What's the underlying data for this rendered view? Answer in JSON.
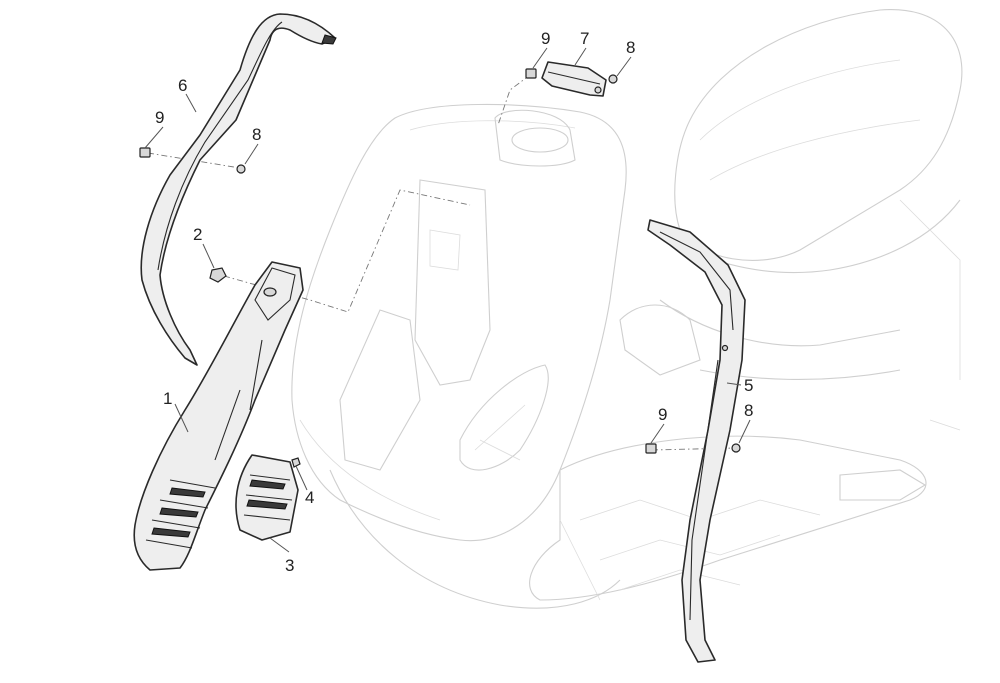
{
  "callouts": [
    {
      "id": "c1",
      "label": "1"
    },
    {
      "id": "c2",
      "label": "2"
    },
    {
      "id": "c3",
      "label": "3"
    },
    {
      "id": "c4",
      "label": "4"
    },
    {
      "id": "c5",
      "label": "5"
    },
    {
      "id": "c6",
      "label": "6"
    },
    {
      "id": "c7",
      "label": "7"
    },
    {
      "id": "c8a",
      "label": "8"
    },
    {
      "id": "c8b",
      "label": "8"
    },
    {
      "id": "c8c",
      "label": "8"
    },
    {
      "id": "c9a",
      "label": "9"
    },
    {
      "id": "c9b",
      "label": "9"
    },
    {
      "id": "c9c",
      "label": "9"
    }
  ]
}
